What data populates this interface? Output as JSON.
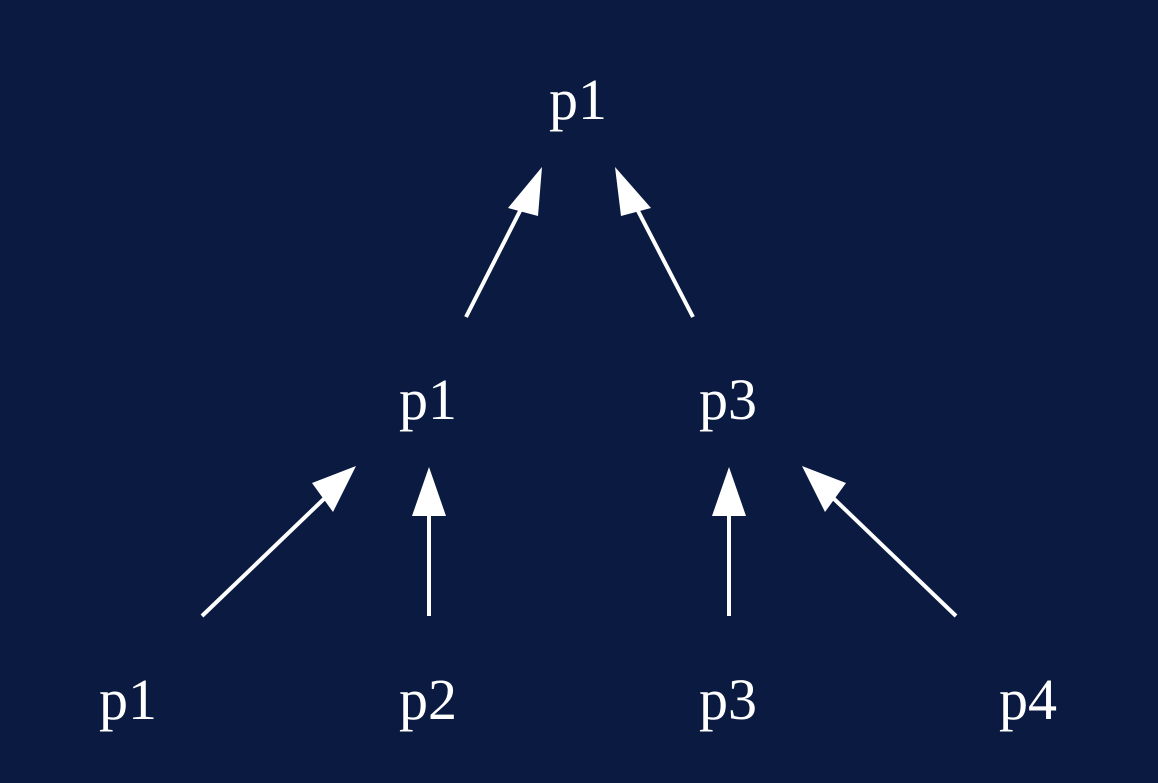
{
  "diagram": {
    "type": "tree",
    "colors": {
      "background": "#0a1a40",
      "foreground": "#ffffff"
    },
    "nodes": {
      "root": "p1",
      "mid_left": "p1",
      "mid_right": "p3",
      "leaf_1": "p1",
      "leaf_2": "p2",
      "leaf_3": "p3",
      "leaf_4": "p4"
    },
    "edges": [
      {
        "from": "mid_left",
        "to": "root"
      },
      {
        "from": "mid_right",
        "to": "root"
      },
      {
        "from": "leaf_1",
        "to": "mid_left"
      },
      {
        "from": "leaf_2",
        "to": "mid_left"
      },
      {
        "from": "leaf_3",
        "to": "mid_right"
      },
      {
        "from": "leaf_4",
        "to": "mid_right"
      }
    ]
  }
}
